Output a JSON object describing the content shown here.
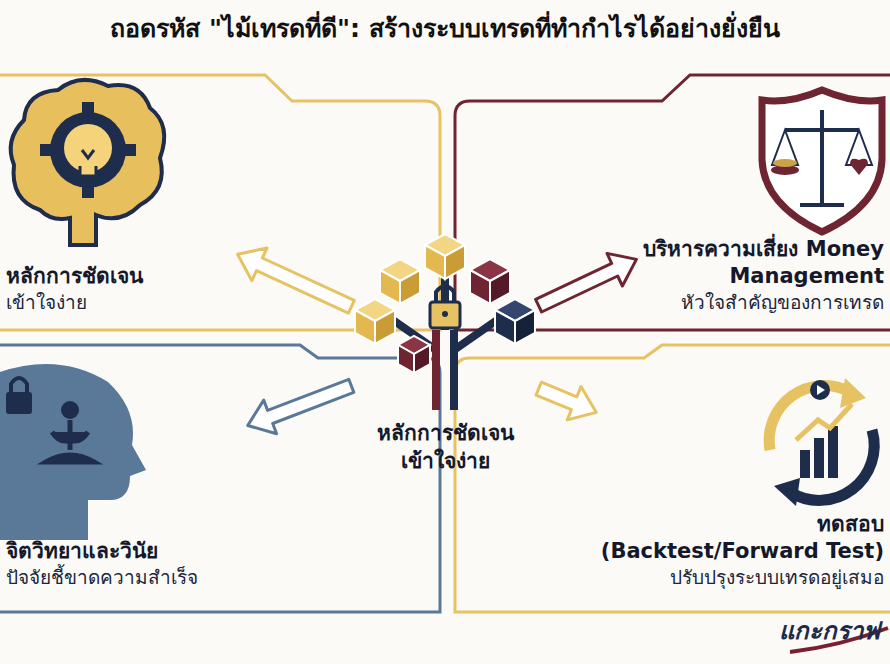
{
  "diagram": {
    "title": "ถอดรหัส \"ไม้เทรดที่ดี\": สร้างระบบเทรดที่ทำกำไรได้อย่างยั่งยืน",
    "nodes": [
      {
        "text": [
          "หลักการชัดเจน",
          "เข้าใจง่าย"
        ]
      },
      {
        "text": [
          "บริหารความเสี่ยง Money Management",
          "หัวใจสำคัญของการเทรด"
        ]
      },
      {
        "text": [
          "หลักการชัดเจน เข้าใจง่าย"
        ]
      },
      {
        "text": [
          "จิตวิทยาและวินัย",
          "ปัจจัยชี้ขาดความสำเร็จ"
        ]
      },
      {
        "text": [
          "ทดสอบ (Backtest/Forward Test)",
          "ปรับปรุงระบบเทรดอยู่เสมอ"
        ]
      }
    ],
    "edges": [
      {
        "from": 2,
        "to": 0,
        "arrow": "to"
      },
      {
        "from": 2,
        "to": 1,
        "arrow": "to"
      },
      {
        "from": 2,
        "to": 3,
        "arrow": "to"
      },
      {
        "from": 2,
        "to": 4,
        "arrow": "to"
      }
    ],
    "labels": [
      "แกะกราฟ"
    ]
  }
}
